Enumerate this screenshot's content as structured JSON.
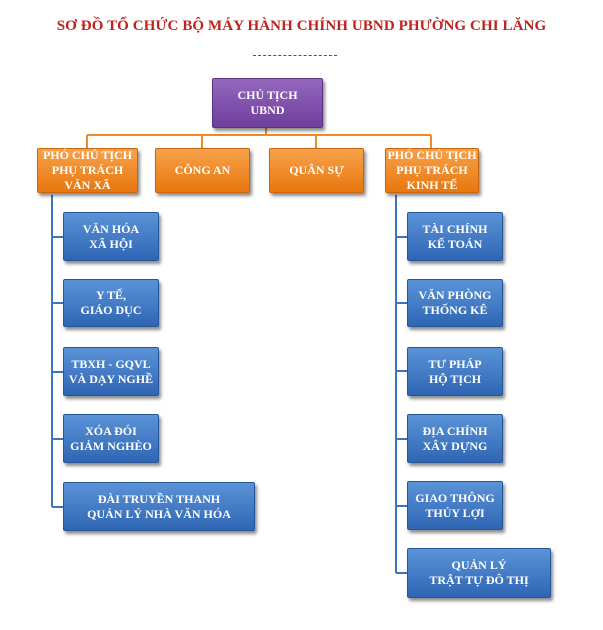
{
  "title": "SƠ ĐỒ TỔ CHỨC BỘ MÁY HÀNH CHÍNH UBND PHƯỜNG CHI LĂNG",
  "top": "CHỦ TỊCH\nUBND",
  "row2": [
    "PHÓ CHỦ TỊCH\nPHỤ TRÁCH\nVĂN XÃ",
    "CÔNG AN",
    "QUÂN SỰ",
    "PHÓ CHỦ TỊCH\nPHỤ TRÁCH\nKINH TẾ"
  ],
  "left_units": [
    "VĂN HÓA\nXÃ HỘI",
    "Y TẾ,\nGIÁO DỤC",
    "TBXH - GQVL\nVÀ DẠY NGHỀ",
    "XÓA ĐÓI\nGIẢM NGHÈO",
    "ĐÀI TRUYỀN THANH\nQUẢN LÝ NHÀ VĂN HÓA"
  ],
  "right_units": [
    "TÀI CHÍNH\nKẾ TOÁN",
    "VĂN PHÒNG\nTHỐNG KÊ",
    "TƯ PHÁP\nHỘ TỊCH",
    "ĐỊA CHÍNH\nXÂY DỰNG",
    "GIAO THÔNG\nTHỦY LỢI",
    "QUẢN LÝ\nTRẬT TỰ ĐÔ THỊ"
  ],
  "colors": {
    "title": "#c0211d",
    "top": "#7b4aa6",
    "deputies": "#f08a24",
    "units": "#3a75c4",
    "connectors": "#f08a24"
  }
}
